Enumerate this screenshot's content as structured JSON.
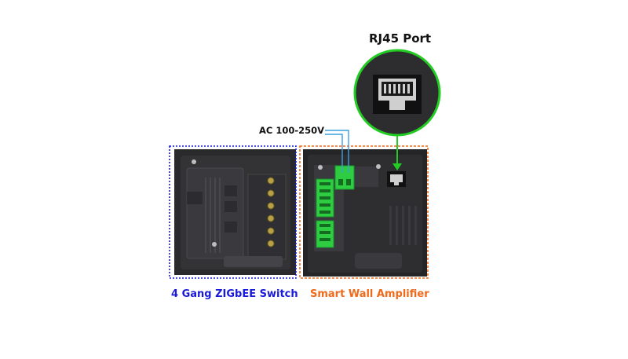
{
  "labels": {
    "rj45_port": "RJ45 Port",
    "ac_input": "AC 100-250V",
    "switch": "4 Gang ZIGbEE Switch",
    "amplifier": "Smart Wall Amplifier"
  },
  "colors": {
    "switch_outline": "#1a1ad8",
    "amplifier_outline": "#ef6a1a",
    "rj45_highlight": "#22cc22",
    "ac_wire": "#3aa0e0",
    "terminal_block": "#2ecc40",
    "panel_dark": "#2b2b2d"
  }
}
